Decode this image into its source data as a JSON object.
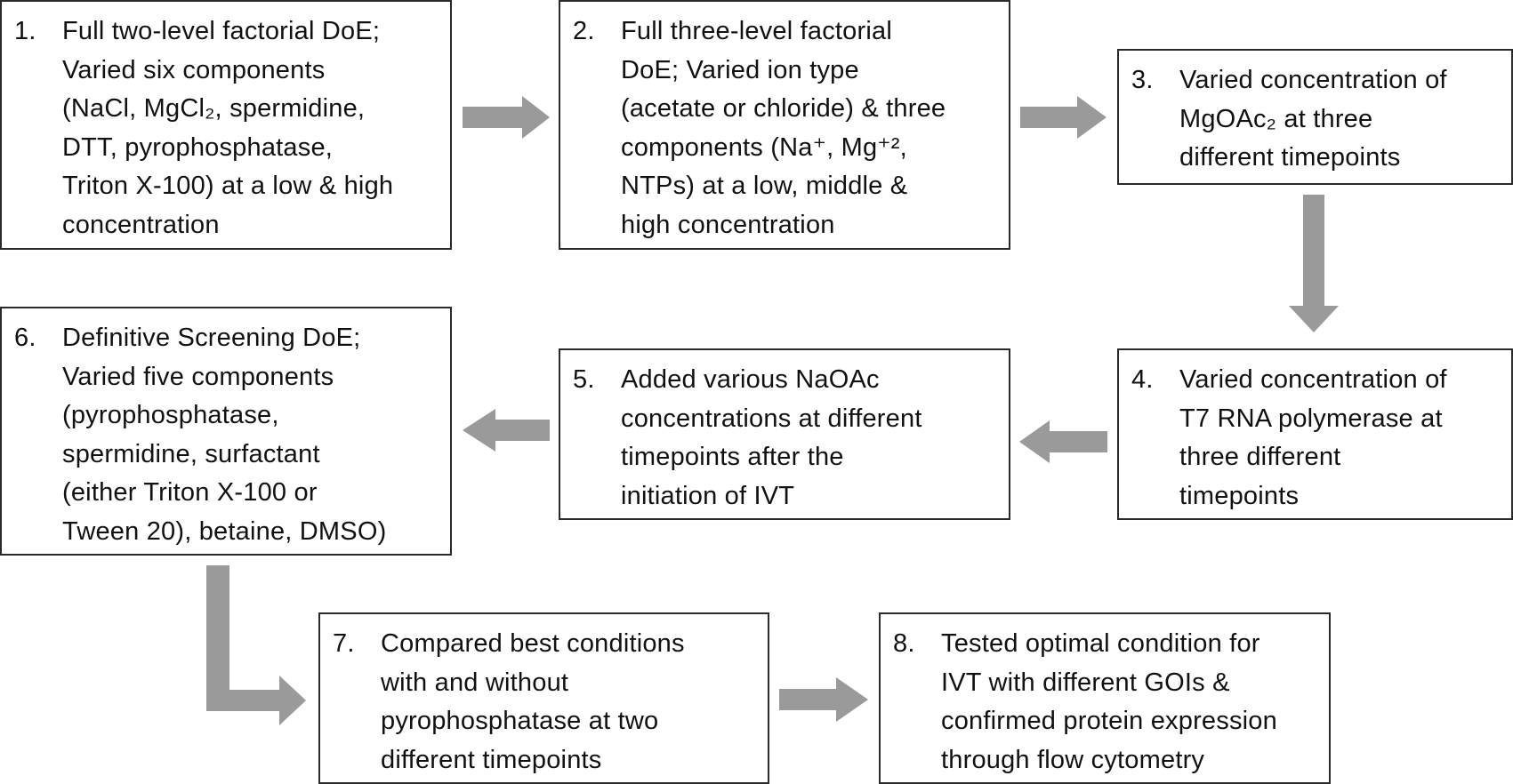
{
  "colors": {
    "arrow": "#9a9a9a",
    "border": "#2a2a2a",
    "text": "#111111"
  },
  "steps": [
    {
      "num": "1.",
      "lines": [
        "Full two-level factorial DoE;",
        "Varied six components",
        "(NaCl, MgCl₂, spermidine,",
        "DTT, pyrophosphatase,",
        "Triton X-100) at a low & high",
        "concentration"
      ]
    },
    {
      "num": "2.",
      "lines": [
        "Full three-level factorial",
        "DoE;  Varied ion type",
        "(acetate or chloride) & three",
        "components (Na⁺, Mg⁺²,",
        "NTPs) at a low, middle &",
        "high concentration"
      ]
    },
    {
      "num": "3.",
      "lines": [
        "Varied concentration of",
        "MgOAc₂ at three",
        "different timepoints"
      ]
    },
    {
      "num": "4.",
      "lines": [
        "Varied concentration of",
        "T7 RNA polymerase at",
        "three different",
        "timepoints"
      ]
    },
    {
      "num": "5.",
      "lines": [
        "Added various NaOAc",
        "concentrations at different",
        "timepoints after the",
        "initiation of IVT"
      ]
    },
    {
      "num": "6.",
      "lines": [
        "Definitive Screening DoE;",
        "Varied five components",
        "(pyrophosphatase,",
        "spermidine, surfactant",
        "(either Triton X-100 or",
        "Tween 20), betaine, DMSO)"
      ]
    },
    {
      "num": "7.",
      "lines": [
        "Compared best conditions",
        "with and without",
        "pyrophosphatase at two",
        "different timepoints"
      ]
    },
    {
      "num": "8.",
      "lines": [
        "Tested optimal condition for",
        "IVT with different GOIs &",
        "confirmed protein expression",
        "through flow cytometry"
      ]
    }
  ],
  "connectors": [
    {
      "from": "1",
      "to": "2"
    },
    {
      "from": "2",
      "to": "3"
    },
    {
      "from": "3",
      "to": "4"
    },
    {
      "from": "4",
      "to": "5"
    },
    {
      "from": "5",
      "to": "6"
    },
    {
      "from": "6",
      "to": "7"
    },
    {
      "from": "7",
      "to": "8"
    }
  ]
}
